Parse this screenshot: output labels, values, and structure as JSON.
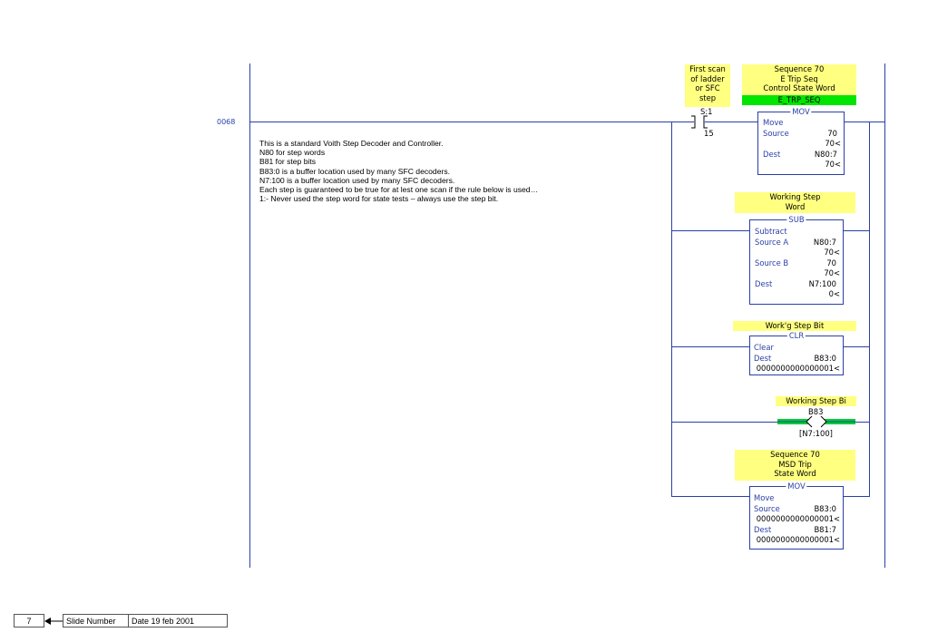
{
  "rung": {
    "number": "0068"
  },
  "comment_lines": [
    "This is a standard Voith Step Decoder and Controller.",
    "N80 for step words",
    "B81 for step bits",
    "B83:0 is a buffer location used by many SFC decoders.",
    "N7:100 is a buffer location used by many SFC decoders.",
    "Each step is guaranteed to be true for at lest one scan if the rule below is used…",
    "1:- Never used the step word for state tests – always use the step bit."
  ],
  "contact": {
    "description": [
      "First scan",
      "of ladder",
      "or SFC",
      "step"
    ],
    "address": "S:1",
    "bit": "15"
  },
  "mov1": {
    "description": [
      "Sequence 70",
      "E Trip Seq",
      "Control State Word"
    ],
    "tag": "E_TRP_SEQ",
    "title": "MOV",
    "name": "Move",
    "source_label": "Source",
    "source_value": "70",
    "source_live": "70<",
    "dest_label": "Dest",
    "dest_value": "N80:7",
    "dest_live": "70<"
  },
  "sub": {
    "description": [
      "Working Step",
      "Word"
    ],
    "title": "SUB",
    "name": "Subtract",
    "source_a_label": "Source A",
    "source_a_value": "N80:7",
    "source_a_live": "70<",
    "source_b_label": "Source B",
    "source_b_value": "70",
    "source_b_live": "70<",
    "dest_label": "Dest",
    "dest_value": "N7:100",
    "dest_live": "0<"
  },
  "clr": {
    "description": "Work'g Step Bit",
    "title": "CLR",
    "name": "Clear",
    "dest_label": "Dest",
    "dest_value": "B83:0",
    "dest_live": "0000000000000001<"
  },
  "otl": {
    "description": "Working Step Bi",
    "address": "B83",
    "index": "[N7:100]"
  },
  "mov2": {
    "description": [
      "Sequence 70",
      "MSD Trip",
      "State Word"
    ],
    "title": "MOV",
    "name": "Move",
    "source_label": "Source",
    "source_value": "B83:0",
    "source_live": "0000000000000001<",
    "dest_label": "Dest",
    "dest_value": "B81:7",
    "dest_live": "0000000000000001<"
  },
  "footer": {
    "slide_num": "7",
    "slide_label": "Slide Number",
    "date": "Date 19 feb 2001"
  }
}
